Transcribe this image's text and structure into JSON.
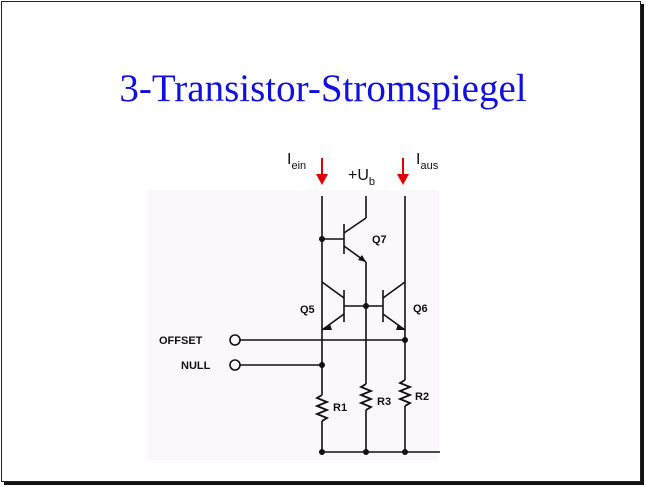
{
  "slide": {
    "title": "3-Transistor-Stromspiegel"
  },
  "diagram": {
    "inputs": {
      "i_in_main": "I",
      "i_in_sub": "ein",
      "supply_main": "+U",
      "supply_sub": "b",
      "i_out_main": "I",
      "i_out_sub": "aus"
    },
    "components": {
      "q7": "Q7",
      "q5": "Q5",
      "q6": "Q6",
      "r1": "R1",
      "r2": "R2",
      "r3": "R3"
    },
    "terminals": {
      "offset": "OFFSET",
      "null": "NULL"
    },
    "colors": {
      "title": "#1010e0",
      "arrows": "#e00000",
      "wires": "#111111"
    }
  }
}
